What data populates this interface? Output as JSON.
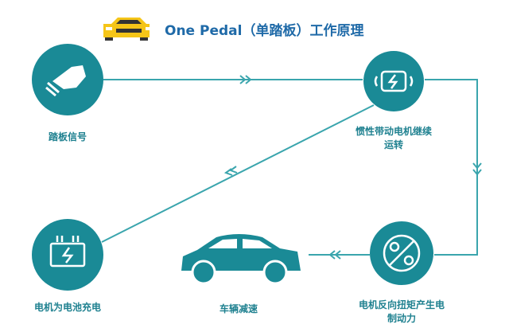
{
  "title": "One Pedal（单踏板）工作原理",
  "colors": {
    "teal": "#1a8a96",
    "line": "#3aa5ad",
    "title": "#1f6aa8",
    "car_icon": "#f5c518"
  },
  "nodes": [
    {
      "id": "pedal",
      "icon": "foot-pedal-icon",
      "label": "踏板信号"
    },
    {
      "id": "motor",
      "icon": "motor-icon",
      "label_lines": [
        "惯性带动电机继续",
        "运转"
      ]
    },
    {
      "id": "torque",
      "icon": "gears-icon",
      "label_lines": [
        "电机反向扭矩产生电",
        "制动力"
      ]
    },
    {
      "id": "car",
      "icon": "car-icon",
      "label": "车辆减速"
    },
    {
      "id": "battery",
      "icon": "battery-charging-icon",
      "label": "电机为电池充电"
    }
  ]
}
